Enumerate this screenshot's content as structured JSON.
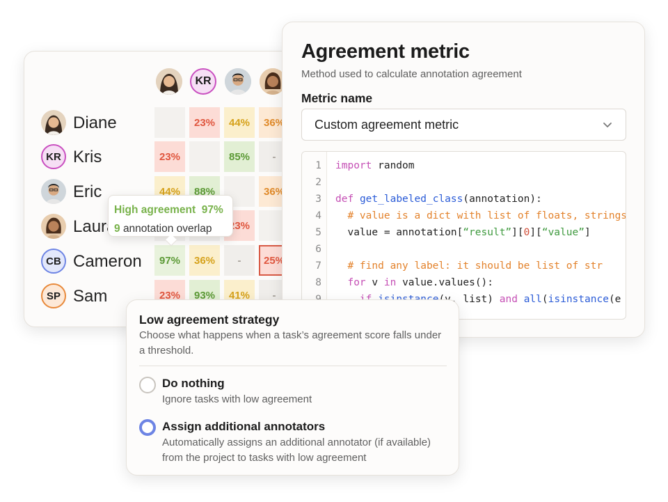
{
  "matrix": {
    "header_avatars": [
      {
        "name": "Diane",
        "initials": ""
      },
      {
        "name": "Kris",
        "initials": "KR"
      },
      {
        "name": "Eric",
        "initials": ""
      },
      {
        "name": "Laura",
        "initials": ""
      }
    ],
    "rows": [
      {
        "name": "Diane",
        "initials": "",
        "cells": [
          "",
          "23%",
          "44%",
          "36%"
        ]
      },
      {
        "name": "Kris",
        "initials": "KR",
        "cells": [
          "23%",
          "",
          "85%",
          "-"
        ]
      },
      {
        "name": "Eric",
        "initials": "",
        "cells": [
          "44%",
          "88%",
          "",
          "36%"
        ]
      },
      {
        "name": "Laura",
        "initials": "",
        "cells": [
          "",
          "",
          "23%",
          ""
        ]
      },
      {
        "name": "Cameron",
        "initials": "CB",
        "cells": [
          "97%",
          "36%",
          "-",
          "25%"
        ]
      },
      {
        "name": "Sam",
        "initials": "SP",
        "cells": [
          "23%",
          "93%",
          "41%",
          "-"
        ]
      }
    ],
    "tooltip": {
      "label": "High agreement",
      "value": "97%",
      "count": "9",
      "suffix": "annotation overlap"
    }
  },
  "metric": {
    "title": "Agreement metric",
    "subtitle": "Method used to calculate annotation agreement",
    "field_label": "Metric name",
    "selected": "Custom agreement metric",
    "select_icon": "chevron-down-icon",
    "code_lines": [
      "1",
      "2",
      "3",
      "4",
      "5",
      "6",
      "7",
      "8",
      "9"
    ]
  },
  "strategy": {
    "title": "Low agreement strategy",
    "description": "Choose what happens when a task’s agreement score falls under a threshold.",
    "options": [
      {
        "title": "Do nothing",
        "description": "Ignore tasks with low agreement",
        "selected": false
      },
      {
        "title": "Assign additional annotators",
        "description": "Automatically assigns an additional annotator (if available) from the project to tasks with low agreement",
        "selected": true
      }
    ]
  },
  "colors": {
    "accent": "#6d84e4",
    "high": "#78b24b",
    "low": "#e0573f"
  }
}
